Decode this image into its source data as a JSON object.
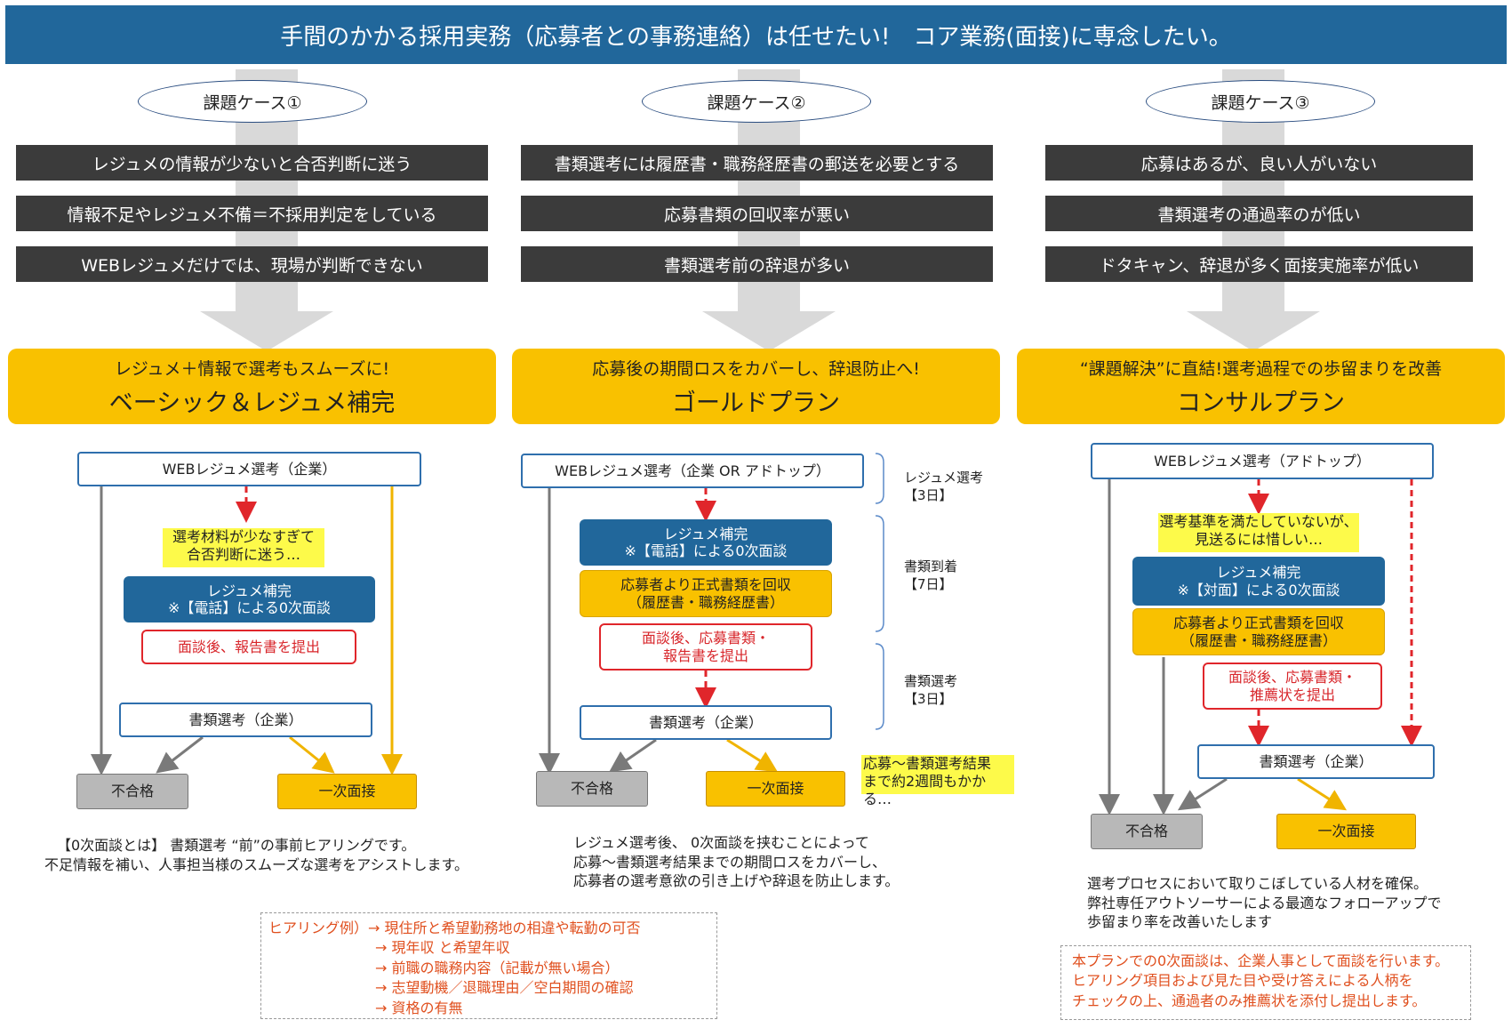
{
  "banner": "手間のかかる採用実務（応募者との事務連絡）は任せたい!　コア業務(面接)に専念したい。",
  "columns": [
    {
      "case": "課題ケース①",
      "issues": [
        "レジュメの情報が少ないと合否判断に迷う",
        "情報不足やレジュメ不備＝不採用判定をしている",
        "WEBレジュメだけでは、現場が判断できない"
      ],
      "plan_sub": "レジュメ＋情報で選考もスムーズに!",
      "plan_name": "ベーシック＆レジュメ補完",
      "flow": {
        "web": "WEBレジュメ選考（企業）",
        "highlight": [
          "選考材料が少なすぎて",
          "合否判断に迷う…"
        ],
        "supplement": [
          "レジュメ補完",
          "※【電話】による0次面談"
        ],
        "report": "面談後、報告書を提出",
        "doc": "書類選考（企業）",
        "fail": "不合格",
        "pass": "一次面接"
      },
      "note": [
        "【0次面談とは】 書類選考 “前”の事前ヒアリングです。",
        "不足情報を補い、人事担当様のスムーズな選考をアシストします。"
      ],
      "hearing": [
        "ヒアリング例）→ 現住所と希望勤務地の相違や転勤の可否",
        "→ 現年収 と希望年収",
        "→ 前職の職務内容（記載が無い場合）",
        "→ 志望動機／退職理由／空白期間の確認",
        "→ 資格の有無"
      ]
    },
    {
      "case": "課題ケース②",
      "issues": [
        "書類選考には履歴書・職務経歴書の郵送を必要とする",
        "応募書類の回収率が悪い",
        "書類選考前の辞退が多い"
      ],
      "plan_sub": "応募後の期間ロスをカバーし、辞退防止へ!",
      "plan_name": "ゴールドプラン",
      "flow": {
        "web": "WEBレジュメ選考（企業 OR アドトップ）",
        "supplement": [
          "レジュメ補完",
          "※【電話】による0次面談"
        ],
        "collect": [
          "応募者より正式書類を回収",
          "（履歴書・職務経歴書）"
        ],
        "report": [
          "面談後、応募書類・",
          "報告書を提出"
        ],
        "doc": "書類選考（企業）",
        "fail": "不合格",
        "pass": "一次面接",
        "brackets": [
          [
            "レジュメ選考",
            "【3日】"
          ],
          [
            "書類到着",
            "【7日】"
          ],
          [
            "書類選考",
            "【3日】"
          ]
        ],
        "highlight": [
          "応募〜書類選考結果",
          "まで約2週間もかかる…"
        ]
      },
      "note": [
        "レジュメ選考後、 0次面談を挟むことによって",
        "応募〜書類選考結果までの期間ロスをカバーし、",
        "応募者の選考意欲の引き上げや辞退を防止します。"
      ]
    },
    {
      "case": "課題ケース③",
      "issues": [
        "応募はあるが、良い人がいない",
        "書類選考の通過率のが低い",
        "ドタキャン、辞退が多く面接実施率が低い"
      ],
      "plan_sub": "“課題解決”に直結!選考過程での歩留まりを改善",
      "plan_name": "コンサルプラン",
      "flow": {
        "web": "WEBレジュメ選考（アドトップ）",
        "highlight": [
          "選考基準を満たしていないが、",
          "見送るには惜しい…"
        ],
        "supplement": [
          "レジュメ補完",
          "※【対面】による0次面談"
        ],
        "collect": [
          "応募者より正式書類を回収",
          "（履歴書・職務経歴書）"
        ],
        "report": [
          "面談後、応募書類・",
          "推薦状を提出"
        ],
        "doc": "書類選考（企業）",
        "fail": "不合格",
        "pass": "一次面接"
      },
      "note": [
        "選考プロセスにおいて取りこぼしている人材を確保。",
        "弊社専任アウトソーサーによる最適なフォローアップで",
        "歩留まり率を改善いたします"
      ],
      "remark": [
        "本プランでの0次面談は、企業人事として面談を行います。",
        "ヒアリング項目および見た目や受け答えによる人柄を",
        "チェックの上、通過者のみ推薦状を添付し提出します。"
      ]
    }
  ]
}
